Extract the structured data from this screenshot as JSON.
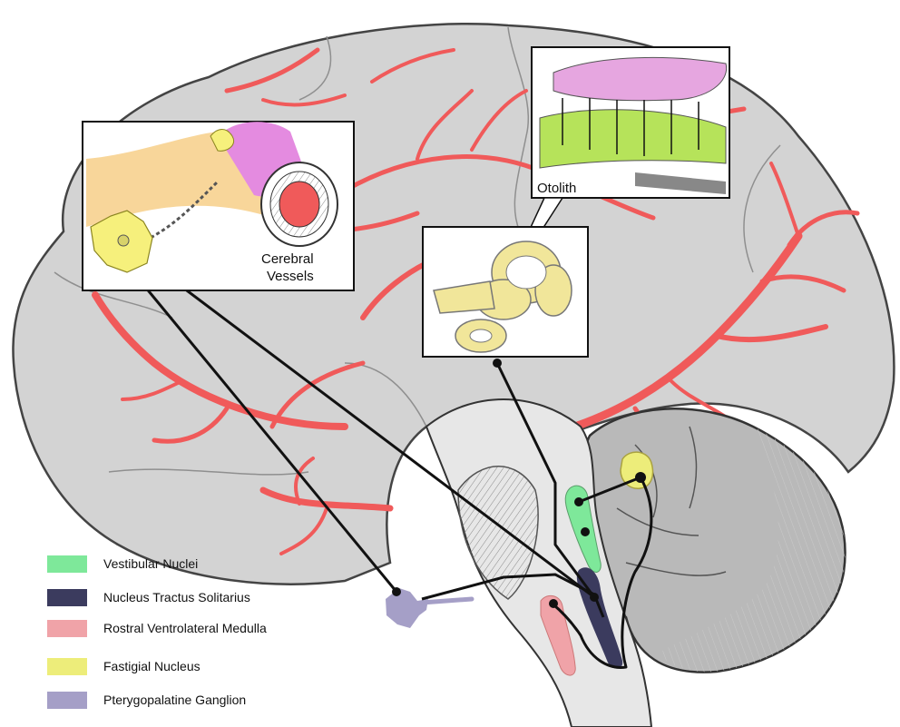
{
  "insets": {
    "cerebral_vessels": [
      "Cerebral",
      "Vessels"
    ],
    "otolith": "Otolith"
  },
  "legend": [
    {
      "label": "Vestibular Nuclei",
      "color": "#7ee89a"
    },
    {
      "label": "Nucleus Tractus Solitarius",
      "color": "#3b3b5e"
    },
    {
      "label": "Rostral Ventrolateral Medulla",
      "color": "#f0a3a8"
    },
    {
      "label": "Fastigial Nucleus",
      "color": "#eded7a"
    },
    {
      "label": "Pterygopalatine Ganglion",
      "color": "#a59fc7"
    }
  ],
  "colors": {
    "cortex": "#d3d3d3",
    "vessels": "#f05a5a",
    "cerebellum": "#b9b9b9",
    "brainstem": "#e7e7e7",
    "neuron": "#f6f07c",
    "hair_cells": "#b6e35a",
    "otolith_membrane": "#e6a6e0"
  }
}
